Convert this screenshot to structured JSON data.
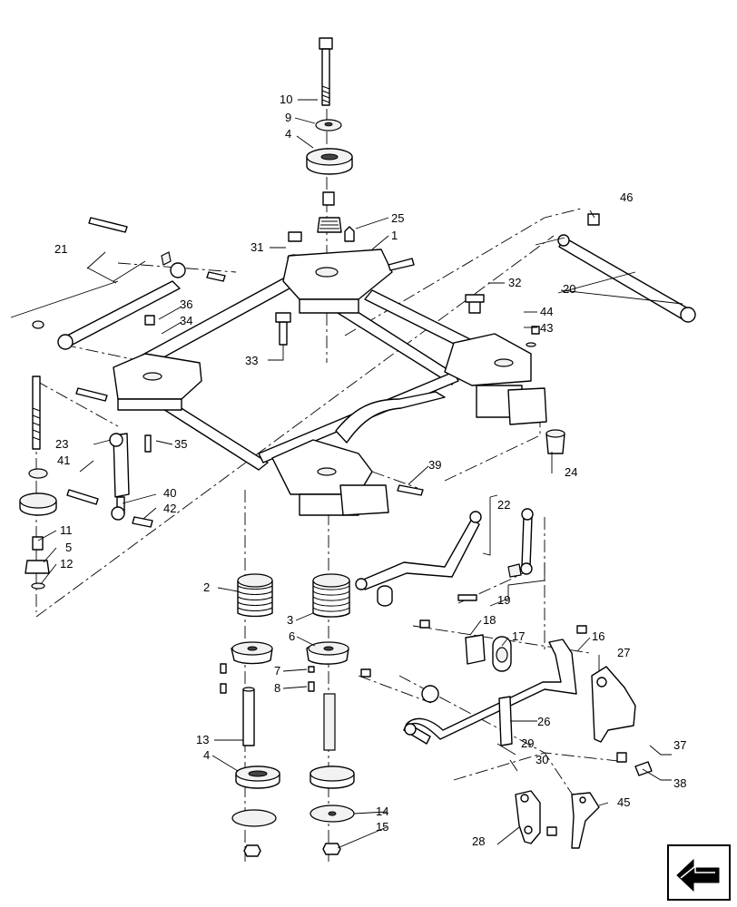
{
  "callouts": {
    "c1": "1",
    "c2": "2",
    "c3": "3",
    "c4a": "4",
    "c4b": "4",
    "c5": "5",
    "c6": "6",
    "c7": "7",
    "c8": "8",
    "c9": "9",
    "c10": "10",
    "c11": "11",
    "c12": "12",
    "c13": "13",
    "c14": "14",
    "c15": "15",
    "c16": "16",
    "c17": "17",
    "c18": "18",
    "c19": "19",
    "c20": "20",
    "c21": "21",
    "c22": "22",
    "c23": "23",
    "c24": "24",
    "c25": "25",
    "c26": "26",
    "c27": "27",
    "c28": "28",
    "c29": "29",
    "c30": "30",
    "c31": "31",
    "c32": "32",
    "c33": "33",
    "c34": "34",
    "c35": "35",
    "c36": "36",
    "c37": "37",
    "c38": "38",
    "c39": "39",
    "c40": "40",
    "c41": "41",
    "c42": "42",
    "c43": "43",
    "c44": "44",
    "c45": "45",
    "c46": "46"
  },
  "nav": {
    "icon": "next-page-arrow-icon"
  }
}
